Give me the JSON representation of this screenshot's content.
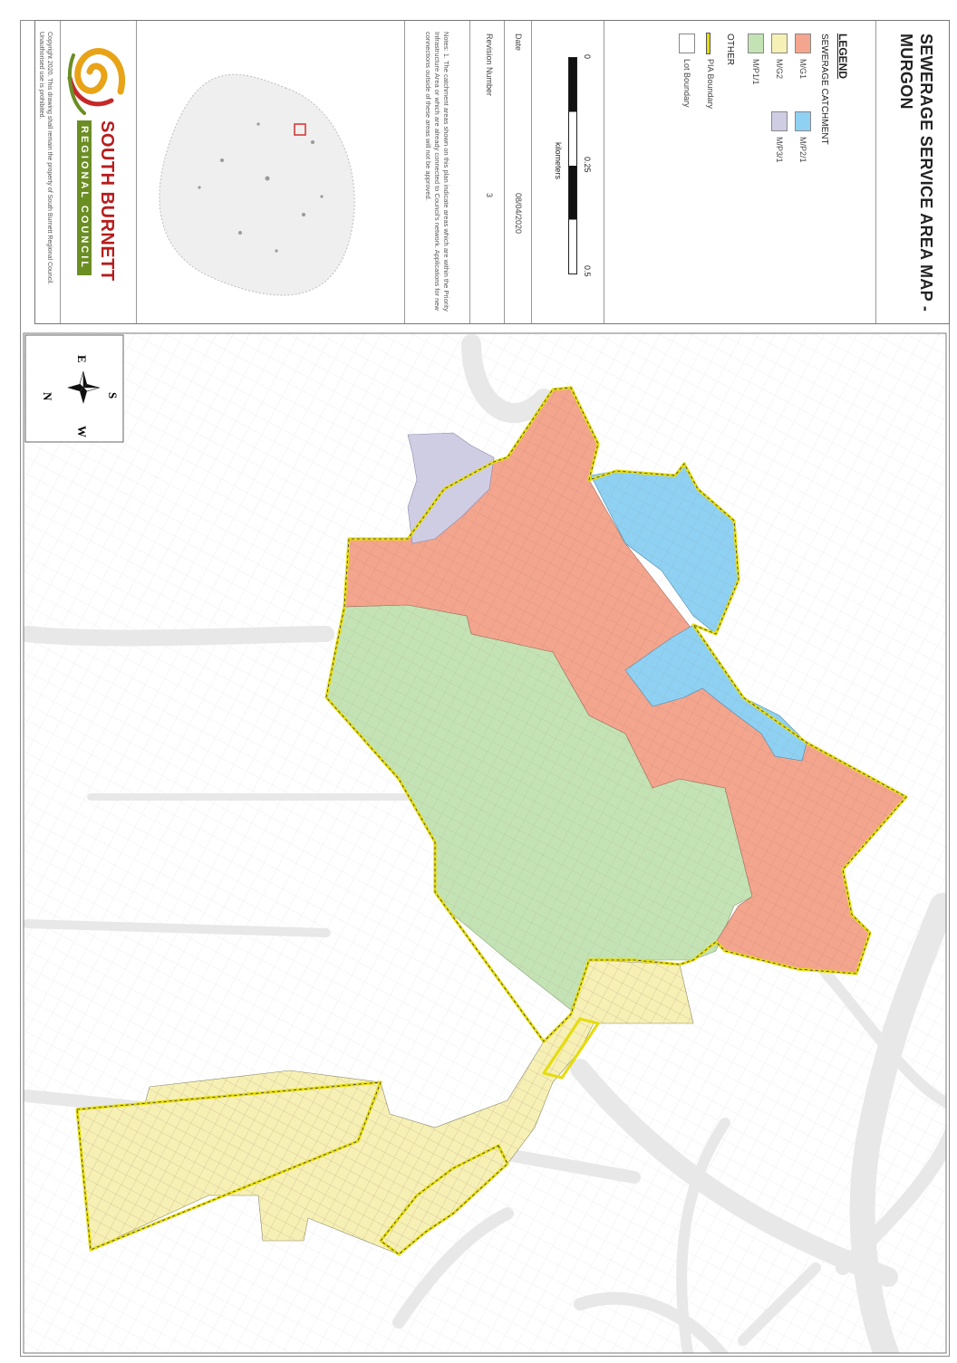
{
  "map": {
    "title": "SEWERAGE SERVICE AREA MAP - MURGON",
    "compass": {
      "n": "N",
      "e": "E",
      "s": "S",
      "w": "W"
    }
  },
  "legend": {
    "heading": "LEGEND",
    "catchment_heading": "SEWERAGE CATCHMENT",
    "items": [
      {
        "label": "M/G1",
        "color": "#f4a58e"
      },
      {
        "label": "M/G2",
        "color": "#f7f0b5"
      },
      {
        "label": "M/P1/1",
        "color": "#c4e3b5"
      },
      {
        "label": "M/P2/1",
        "color": "#8fd1f2"
      },
      {
        "label": "M/P3/1",
        "color": "#cfcde3"
      }
    ],
    "other_heading": "OTHER",
    "other_items": [
      {
        "label": "PIA Boundary",
        "color": "#e5dc10"
      },
      {
        "label": "Lot Boundary",
        "color": "#ffffff"
      }
    ]
  },
  "scale": {
    "start": "0",
    "mid": "0.25",
    "end": "0.5",
    "unit": "kilometers"
  },
  "meta": {
    "date_label": "Date",
    "date_value": "08/04/2020",
    "revision_label": "Revision Number",
    "revision_value": "3"
  },
  "notes": "Notes: 1. The catchment areas shown on this plan indicate areas which are within the Priority Infrastructure Area or which are already connected to Council's network. Applications for new connections outside of these areas will not be approved.",
  "council": {
    "name": "SOUTH BURNETT",
    "sub": "REGIONAL COUNCIL"
  },
  "copyright": "Copyright 2020. This drawing shall remain the property of South Burnett Regional Council. Unauthorised use is prohibited.",
  "colors": {
    "pia_boundary": "#e5dc10",
    "road": "#e6e6e6",
    "lot_line": "#cfcfcf"
  }
}
